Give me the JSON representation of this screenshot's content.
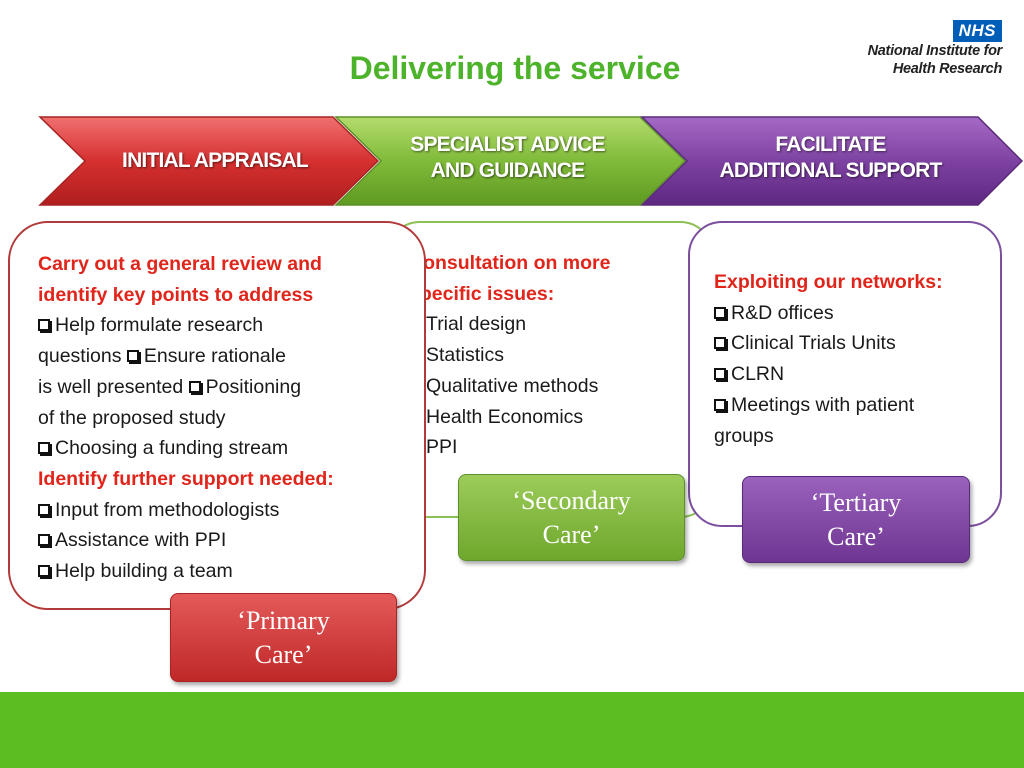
{
  "title": "Delivering the service",
  "logo": {
    "badge": "NHS",
    "line1": "National Institute for",
    "line2": "Health Research"
  },
  "stages": [
    {
      "line1": "INITIAL APPRAISAL",
      "line2": "",
      "color": "#d93a3a"
    },
    {
      "line1": "SPECIALIST ADVICE",
      "line2": "AND GUIDANCE",
      "color": "#7fba38"
    },
    {
      "line1": "FACILITATE",
      "line2": "ADDITIONAL SUPPORT",
      "color": "#7b3f9e"
    }
  ],
  "primary": {
    "heading1_l1": "Carry out a general review and",
    "heading1_l2": "identify key points to address",
    "i1": "Help formulate research",
    "i2": "questions",
    "i3": "Ensure rationale",
    "i4": "is well presented",
    "i5": "Positioning",
    "i6": "of the proposed study",
    "i7": "Choosing a funding stream",
    "heading2": "Identify further support needed:",
    "i8": "Input from methodologists",
    "i9": "Assistance with PPI",
    "i10": "Help building a team",
    "badge_l1": "‘Primary",
    "badge_l2": "Care’",
    "border": "#b33a3a"
  },
  "secondary": {
    "heading_l1": "Consultation on more",
    "heading_l2": "specific issues:",
    "items": [
      "Trial design",
      "Statistics",
      "Qualitative methods",
      "Health Economics",
      "PPI"
    ],
    "badge_l1": "‘Secondary",
    "badge_l2": "Care’",
    "border": "#8dbf57"
  },
  "tertiary": {
    "heading": "Exploiting our networks:",
    "i1": "R&D offices",
    "i2": "Clinical Trials Units",
    "i3": "CLRN",
    "i4": "Meetings with patient",
    "i5": "groups",
    "badge_l1": "‘Tertiary",
    "badge_l2": "Care’",
    "border": "#7b4f9e"
  }
}
